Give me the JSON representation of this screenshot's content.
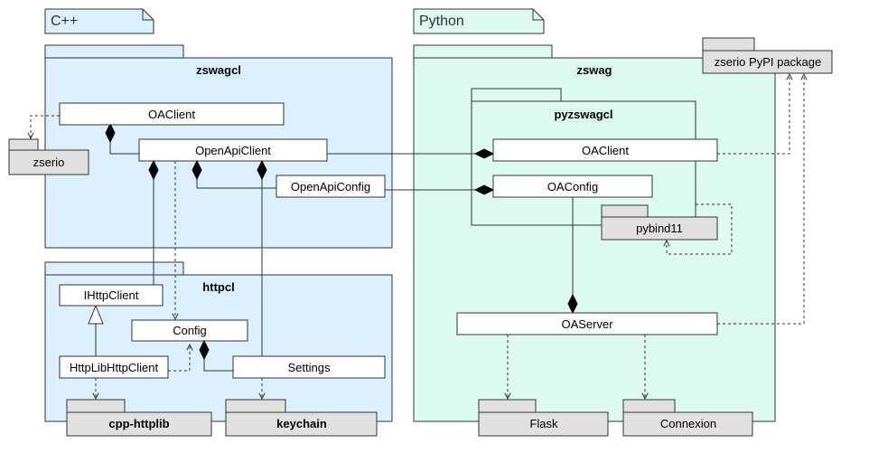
{
  "notes": {
    "cpp": "C++",
    "python": "Python"
  },
  "packages": {
    "zswagcl": "zswagcl",
    "httpcl": "httpcl",
    "zswag": "zswag",
    "pyzswagcl": "pyzswagcl"
  },
  "classes": {
    "cpp_oaclient": "OAClient",
    "openapiclient": "OpenApiClient",
    "openapiconfig": "OpenApiConfig",
    "ihttpclient": "IHttpClient",
    "config": "Config",
    "httplibhttpclient": "HttpLibHttpClient",
    "settings": "Settings",
    "py_oaclient": "OAClient",
    "oaconfig": "OAConfig",
    "oaserver": "OAServer"
  },
  "externals": {
    "zserio": "zserio",
    "cpp_httplib": "cpp-httplib",
    "keychain": "keychain",
    "pybind11": "pybind11",
    "flask": "Flask",
    "connexion": "Connexion",
    "zserio_pypi": "zserio PyPI package"
  },
  "colors": {
    "cpp_fill": "#dbeffc",
    "python_fill": "#dcfbee",
    "external_fill": "#e0e0e0",
    "border": "#333333"
  }
}
